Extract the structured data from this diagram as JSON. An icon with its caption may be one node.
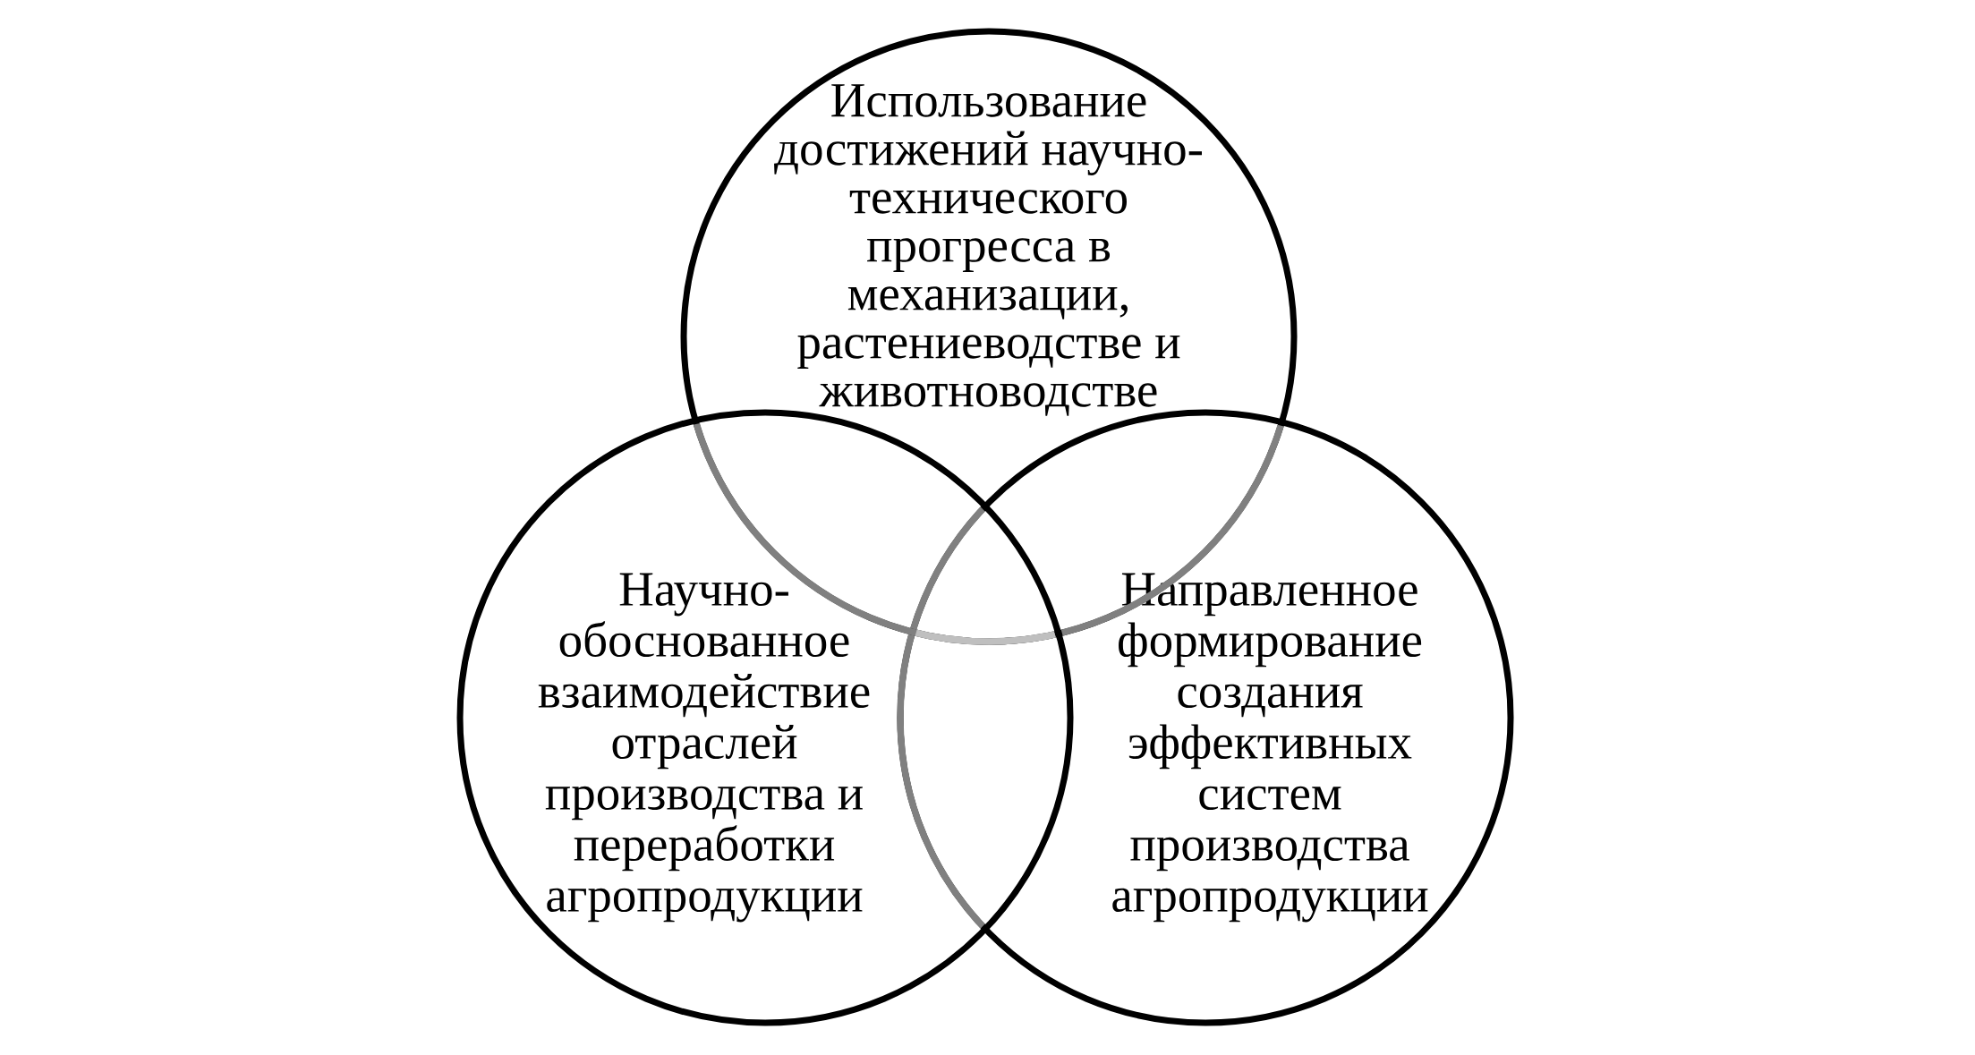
{
  "diagram": {
    "nodes": [
      {
        "text": [
          "Использование достижений научно-технического прогресса в механизации, растениеводстве и животноводстве"
        ]
      },
      {
        "text": [
          "Научно-обоснованное взаимодействие отраслей производства и переработки агропродукции"
        ]
      },
      {
        "text": [
          "Направленное формирование создания эффективных систем производства агропродукции"
        ]
      }
    ]
  }
}
